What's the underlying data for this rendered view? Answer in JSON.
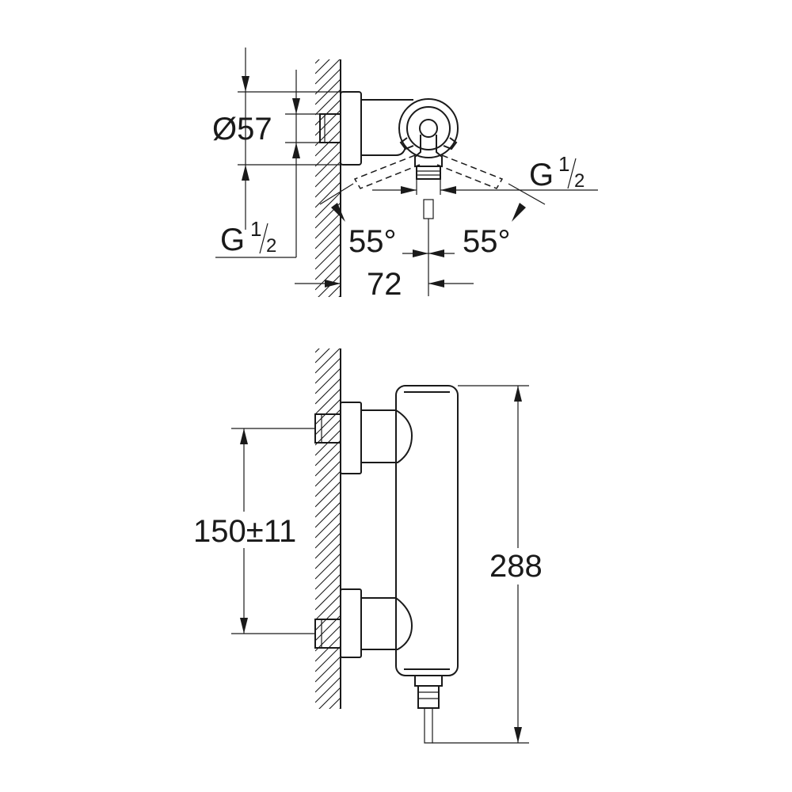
{
  "top_view": {
    "diameter": "Ø57",
    "thread_left": {
      "letter": "G",
      "numerator": "1",
      "denominator": "2"
    },
    "thread_right": {
      "letter": "G",
      "numerator": "1",
      "denominator": "2"
    },
    "angle_left": "55°",
    "angle_right": "55°",
    "offset": "72"
  },
  "front_view": {
    "center_distance": "150±11",
    "height": "288"
  }
}
